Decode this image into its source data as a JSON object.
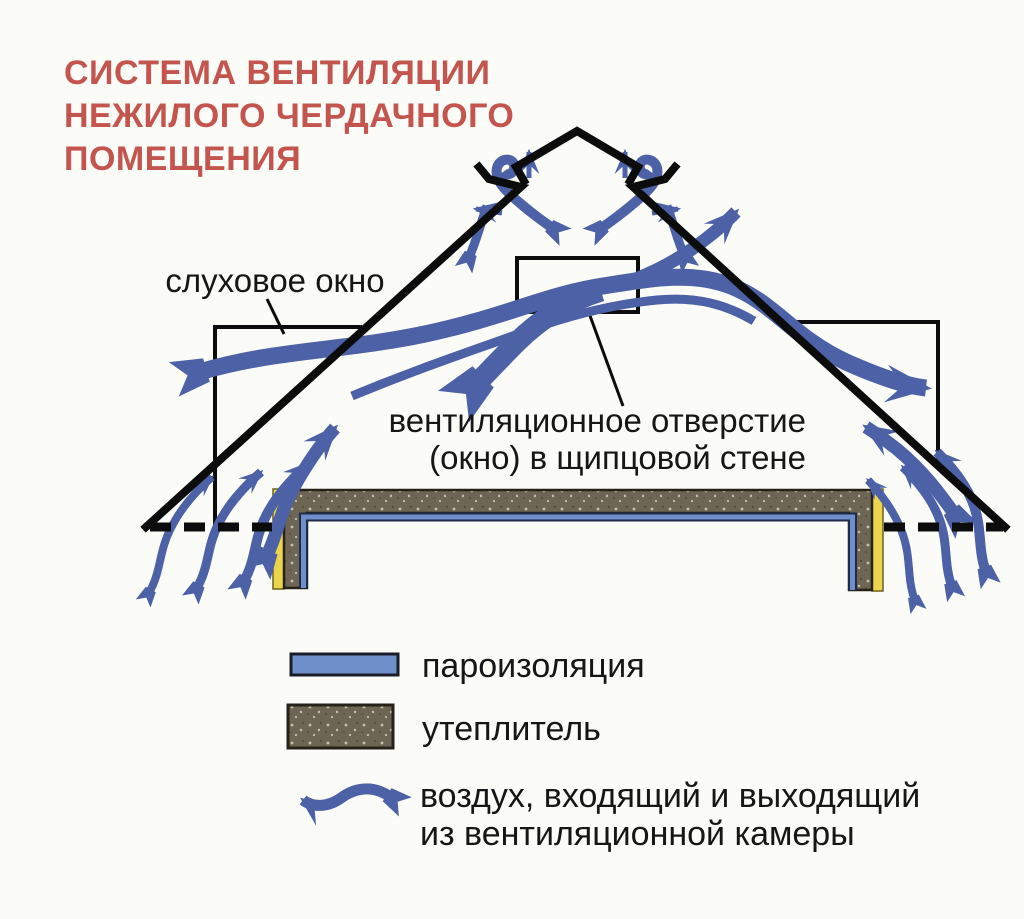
{
  "title": {
    "lines": [
      "СИСТЕМА ВЕНТИЛЯЦИИ",
      "НЕЖИЛОГО ЧЕРДАЧНОГО",
      "ПОМЕЩЕНИЯ"
    ]
  },
  "labels": {
    "dormer_window": "слуховое окно",
    "vent_opening_line1": "вентиляционное отверстие",
    "vent_opening_line2": "(окно) в щипцовой стене"
  },
  "legend": {
    "items": [
      {
        "key": "vapor-barrier",
        "label": "пароизоляция"
      },
      {
        "key": "insulation",
        "label": "утеплитель"
      },
      {
        "key": "airflow",
        "label_line1": "воздух, входящий и выходящий",
        "label_line2": "из вентиляционной камеры"
      }
    ]
  },
  "colors": {
    "title_red": "#c4554e",
    "arrow_blue": "#4c61a6",
    "vapor_blue": "#6f8fca",
    "vapor_edge": "#1f2b47",
    "insulation_olive": "#6e6654",
    "insulation_speckle": "#c9c2ad",
    "batten_yellow": "#ecd54d",
    "line_black": "#0c0c0c",
    "text_black": "#161616",
    "background": "#fbfbf8"
  }
}
